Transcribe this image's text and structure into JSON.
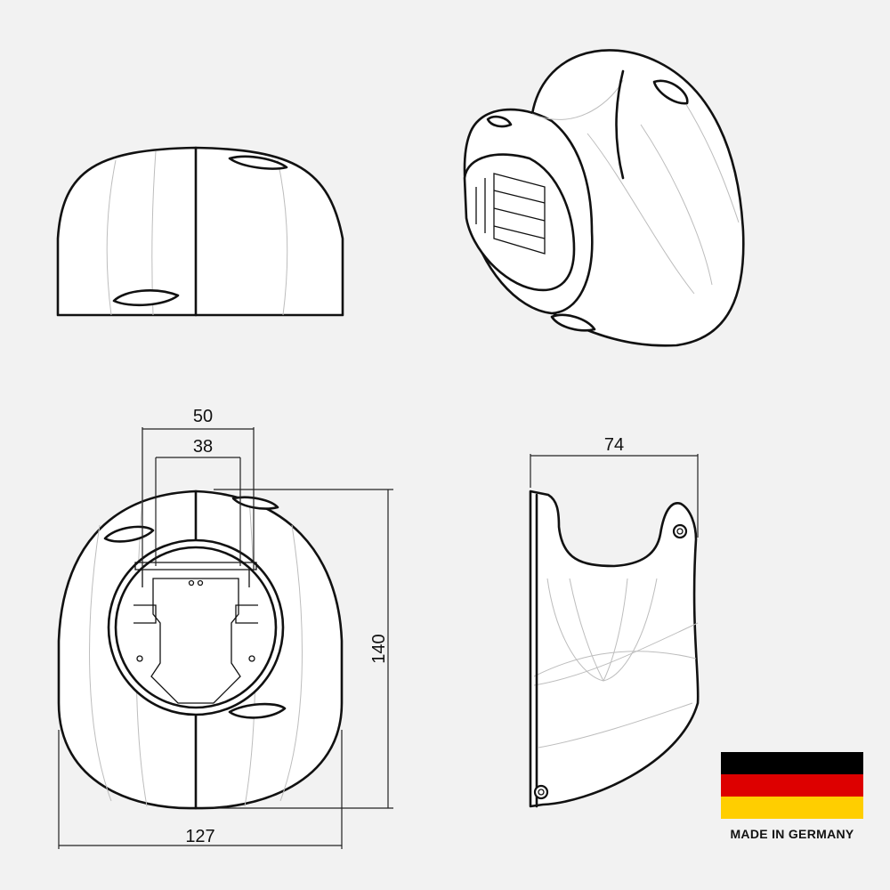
{
  "dimensions": {
    "width_front": "127",
    "height_front": "140",
    "outer_opening": "50",
    "inner_opening": "38",
    "depth_side": "74"
  },
  "views": [
    "front-view",
    "side-view",
    "top-view",
    "isometric-view"
  ],
  "flag": {
    "caption": "MADE IN GERMANY",
    "colors": [
      "#000000",
      "#dd0000",
      "#ffce00"
    ]
  },
  "colors": {
    "background": "#f2f2f2",
    "outline": "#111111",
    "hidden_line": "#bdbdbd"
  }
}
